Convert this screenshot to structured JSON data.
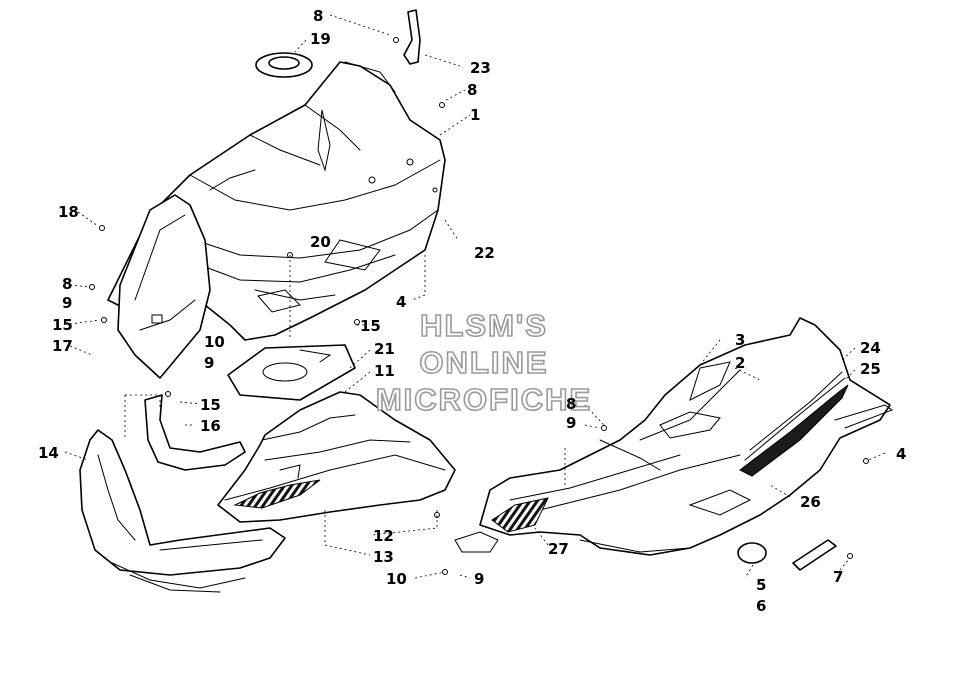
{
  "watermark": {
    "line1": "HLSM'S",
    "line2": "ONLINE",
    "line3": "MICROFICHE"
  },
  "callouts": [
    "8",
    "19",
    "23",
    "8",
    "1",
    "18",
    "20",
    "22",
    "8",
    "9",
    "4",
    "15",
    "15",
    "10",
    "17",
    "9",
    "21",
    "11",
    "15",
    "16",
    "14",
    "12",
    "13",
    "3",
    "2",
    "24",
    "25",
    "8",
    "9",
    "4",
    "26",
    "27",
    "10",
    "9",
    "5",
    "6",
    "7"
  ]
}
